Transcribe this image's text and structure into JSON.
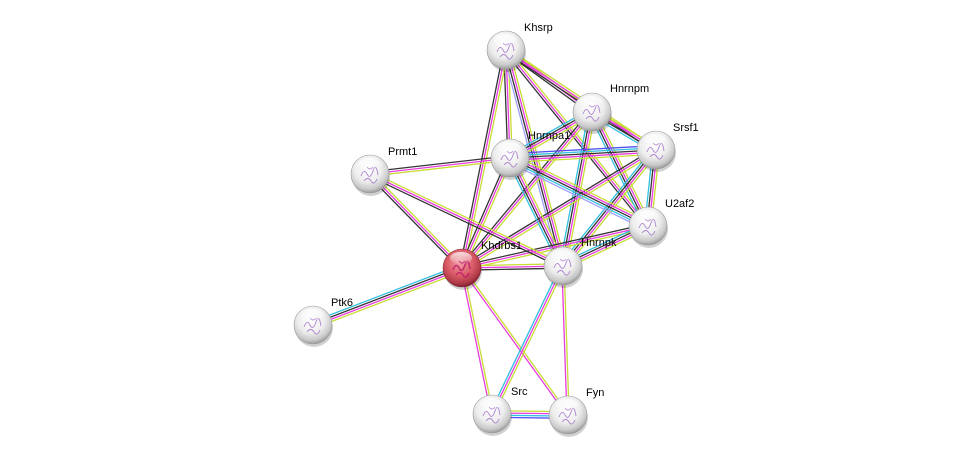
{
  "diagram": {
    "type": "protein-interaction-network",
    "query_protein": "Khdrbs1",
    "nodes": [
      {
        "id": "Khsrp",
        "label": "Khsrp",
        "color": "#ffffff",
        "query": false
      },
      {
        "id": "Hnrnpm",
        "label": "Hnrnpm",
        "color": "#ffffff",
        "query": false
      },
      {
        "id": "Srsf1",
        "label": "Srsf1",
        "color": "#ffffff",
        "query": false
      },
      {
        "id": "Hnrnpa1",
        "label": "Hnrnpa1",
        "color": "#ffffff",
        "query": false
      },
      {
        "id": "Prmt1",
        "label": "Prmt1",
        "color": "#ffffff",
        "query": false
      },
      {
        "id": "U2af2",
        "label": "U2af2",
        "color": "#ffffff",
        "query": false
      },
      {
        "id": "Khdrbs1",
        "label": "Khdrbs1",
        "color": "#e05a6a",
        "query": true
      },
      {
        "id": "Hnrnpk",
        "label": "Hnrnpk",
        "color": "#ffffff",
        "query": false
      },
      {
        "id": "Ptk6",
        "label": "Ptk6",
        "color": "#ffffff",
        "query": false
      },
      {
        "id": "Src",
        "label": "Src",
        "color": "#ffffff",
        "query": false
      },
      {
        "id": "Fyn",
        "label": "Fyn",
        "color": "#ffffff",
        "query": false
      }
    ],
    "edge_colors": {
      "textmining": "#c8dc34",
      "experiments": "#e83ce0",
      "coexpression": "#333333",
      "databases": "#30c0e0",
      "homology": "#5050f0",
      "neighborhood": "#a0a0ff"
    },
    "edges": [
      {
        "source": "Khsrp",
        "target": "Hnrnpm",
        "evidence": [
          "textmining",
          "experiments",
          "coexpression"
        ]
      },
      {
        "source": "Khsrp",
        "target": "Srsf1",
        "evidence": [
          "textmining",
          "experiments",
          "coexpression"
        ]
      },
      {
        "source": "Khsrp",
        "target": "Hnrnpa1",
        "evidence": [
          "textmining",
          "experiments",
          "coexpression"
        ]
      },
      {
        "source": "Khsrp",
        "target": "U2af2",
        "evidence": [
          "textmining",
          "experiments",
          "coexpression"
        ]
      },
      {
        "source": "Khsrp",
        "target": "Khdrbs1",
        "evidence": [
          "textmining",
          "experiments",
          "coexpression"
        ]
      },
      {
        "source": "Khsrp",
        "target": "Hnrnpk",
        "evidence": [
          "textmining",
          "experiments",
          "coexpression",
          "neighborhood"
        ]
      },
      {
        "source": "Hnrnpm",
        "target": "Srsf1",
        "evidence": [
          "textmining",
          "experiments",
          "coexpression",
          "databases"
        ]
      },
      {
        "source": "Hnrnpm",
        "target": "Hnrnpa1",
        "evidence": [
          "textmining",
          "experiments",
          "coexpression",
          "databases"
        ]
      },
      {
        "source": "Hnrnpm",
        "target": "U2af2",
        "evidence": [
          "textmining",
          "experiments",
          "coexpression",
          "databases"
        ]
      },
      {
        "source": "Hnrnpm",
        "target": "Khdrbs1",
        "evidence": [
          "textmining",
          "experiments",
          "coexpression"
        ]
      },
      {
        "source": "Hnrnpm",
        "target": "Hnrnpk",
        "evidence": [
          "textmining",
          "experiments",
          "coexpression",
          "databases"
        ]
      },
      {
        "source": "Srsf1",
        "target": "Hnrnpa1",
        "evidence": [
          "textmining",
          "experiments",
          "coexpression",
          "databases",
          "homology"
        ]
      },
      {
        "source": "Srsf1",
        "target": "U2af2",
        "evidence": [
          "textmining",
          "experiments",
          "coexpression",
          "databases"
        ]
      },
      {
        "source": "Srsf1",
        "target": "Khdrbs1",
        "evidence": [
          "textmining",
          "experiments",
          "coexpression"
        ]
      },
      {
        "source": "Srsf1",
        "target": "Hnrnpk",
        "evidence": [
          "textmining",
          "experiments",
          "coexpression",
          "databases"
        ]
      },
      {
        "source": "Hnrnpa1",
        "target": "U2af2",
        "evidence": [
          "textmining",
          "experiments",
          "coexpression",
          "databases",
          "neighborhood"
        ]
      },
      {
        "source": "Hnrnpa1",
        "target": "Khdrbs1",
        "evidence": [
          "textmining",
          "experiments",
          "coexpression"
        ]
      },
      {
        "source": "Hnrnpa1",
        "target": "Hnrnpk",
        "evidence": [
          "textmining",
          "experiments",
          "coexpression",
          "databases"
        ]
      },
      {
        "source": "Hnrnpa1",
        "target": "Prmt1",
        "evidence": [
          "textmining",
          "experiments",
          "coexpression"
        ]
      },
      {
        "source": "U2af2",
        "target": "Khdrbs1",
        "evidence": [
          "textmining",
          "experiments",
          "coexpression"
        ]
      },
      {
        "source": "U2af2",
        "target": "Hnrnpk",
        "evidence": [
          "textmining",
          "experiments",
          "coexpression",
          "databases"
        ]
      },
      {
        "source": "Prmt1",
        "target": "Khdrbs1",
        "evidence": [
          "textmining",
          "experiments",
          "coexpression"
        ]
      },
      {
        "source": "Prmt1",
        "target": "Hnrnpk",
        "evidence": [
          "textmining",
          "experiments",
          "coexpression"
        ]
      },
      {
        "source": "Khdrbs1",
        "target": "Hnrnpk",
        "evidence": [
          "textmining",
          "experiments",
          "coexpression"
        ]
      },
      {
        "source": "Khdrbs1",
        "target": "Ptk6",
        "evidence": [
          "textmining",
          "experiments",
          "coexpression",
          "databases"
        ]
      },
      {
        "source": "Khdrbs1",
        "target": "Src",
        "evidence": [
          "textmining",
          "experiments"
        ]
      },
      {
        "source": "Khdrbs1",
        "target": "Fyn",
        "evidence": [
          "textmining",
          "experiments"
        ]
      },
      {
        "source": "Hnrnpk",
        "target": "Src",
        "evidence": [
          "textmining",
          "experiments",
          "databases"
        ]
      },
      {
        "source": "Hnrnpk",
        "target": "Fyn",
        "evidence": [
          "textmining",
          "experiments"
        ]
      },
      {
        "source": "Src",
        "target": "Fyn",
        "evidence": [
          "textmining",
          "experiments",
          "databases",
          "homology"
        ]
      }
    ]
  }
}
